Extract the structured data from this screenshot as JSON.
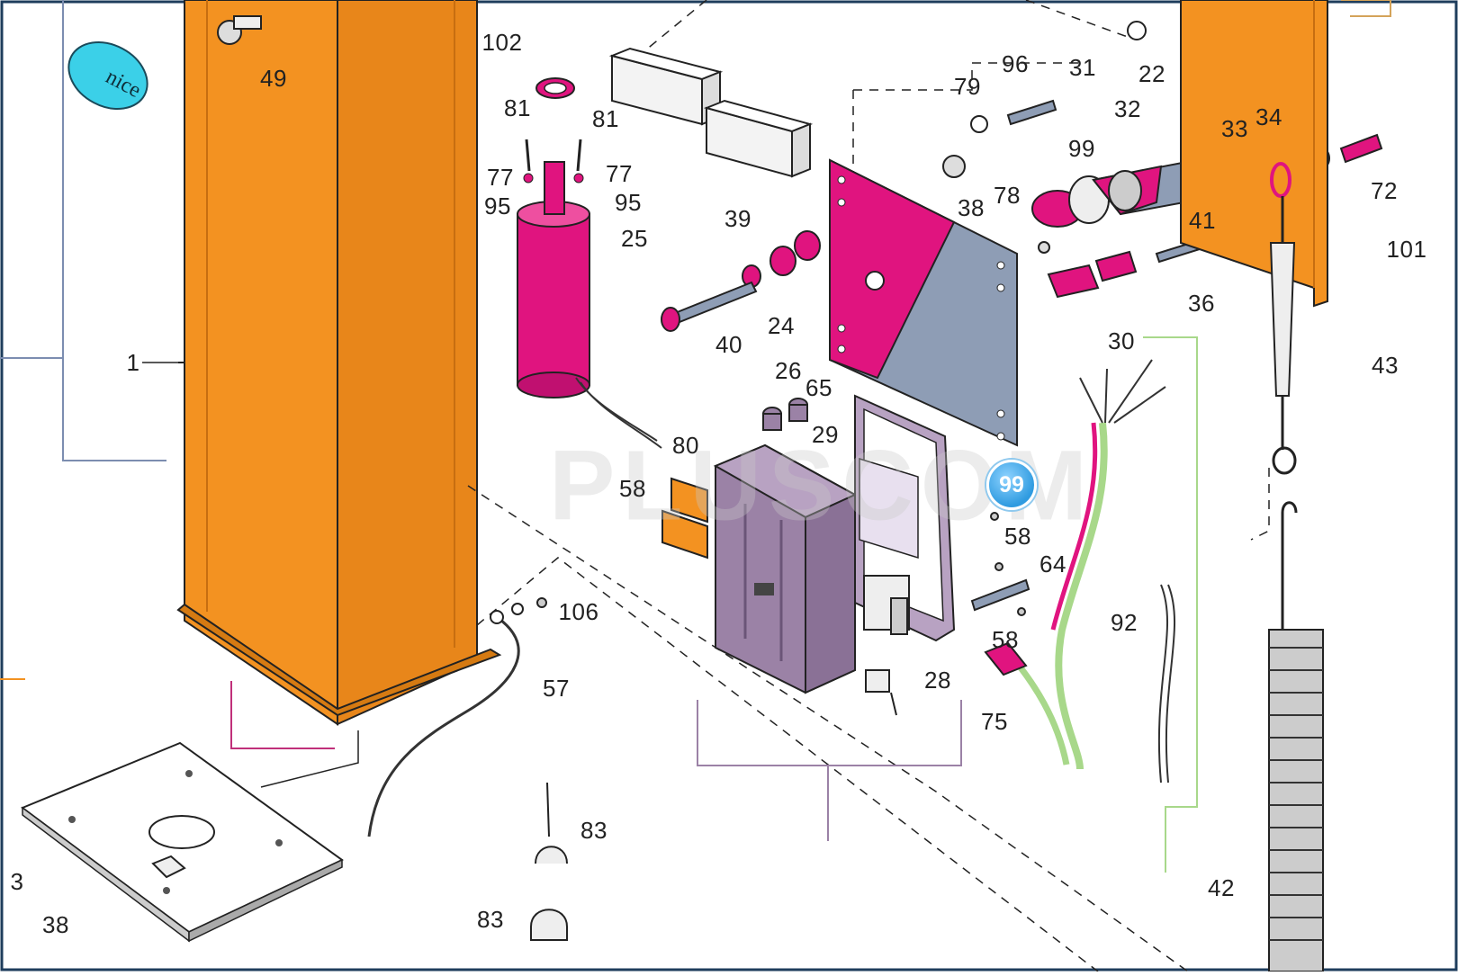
{
  "watermark": "PLUSCOM",
  "badge": "99",
  "logo_text": "nice",
  "part_labels": [
    {
      "id": "p49",
      "text": "49"
    },
    {
      "id": "p102",
      "text": "102"
    },
    {
      "id": "p81a",
      "text": "81"
    },
    {
      "id": "p81b",
      "text": "81"
    },
    {
      "id": "p77a",
      "text": "77"
    },
    {
      "id": "p77b",
      "text": "77"
    },
    {
      "id": "p95a",
      "text": "95"
    },
    {
      "id": "p95b",
      "text": "95"
    },
    {
      "id": "p25",
      "text": "25"
    },
    {
      "id": "p39",
      "text": "39"
    },
    {
      "id": "p24",
      "text": "24"
    },
    {
      "id": "p40",
      "text": "40"
    },
    {
      "id": "p26",
      "text": "26"
    },
    {
      "id": "p65",
      "text": "65"
    },
    {
      "id": "p29",
      "text": "29"
    },
    {
      "id": "p80",
      "text": "80"
    },
    {
      "id": "p58a",
      "text": "58"
    },
    {
      "id": "p58b",
      "text": "58"
    },
    {
      "id": "p58c",
      "text": "58"
    },
    {
      "id": "p64",
      "text": "64"
    },
    {
      "id": "p28",
      "text": "28"
    },
    {
      "id": "p75",
      "text": "75"
    },
    {
      "id": "p92",
      "text": "92"
    },
    {
      "id": "p106",
      "text": "106"
    },
    {
      "id": "p57",
      "text": "57"
    },
    {
      "id": "p83a",
      "text": "83"
    },
    {
      "id": "p83b",
      "text": "83"
    },
    {
      "id": "p1",
      "text": "1"
    },
    {
      "id": "p3",
      "text": "3"
    },
    {
      "id": "p38a",
      "text": "38"
    },
    {
      "id": "p38b",
      "text": "38"
    },
    {
      "id": "p79",
      "text": "79"
    },
    {
      "id": "p96",
      "text": "96"
    },
    {
      "id": "p31",
      "text": "31"
    },
    {
      "id": "p99",
      "text": "99"
    },
    {
      "id": "p78",
      "text": "78"
    },
    {
      "id": "p32",
      "text": "32"
    },
    {
      "id": "p22",
      "text": "22"
    },
    {
      "id": "p33",
      "text": "33"
    },
    {
      "id": "p34",
      "text": "34"
    },
    {
      "id": "p72",
      "text": "72"
    },
    {
      "id": "p41",
      "text": "41"
    },
    {
      "id": "p36",
      "text": "36"
    },
    {
      "id": "p30",
      "text": "30"
    },
    {
      "id": "p101",
      "text": "101"
    },
    {
      "id": "p43",
      "text": "43"
    },
    {
      "id": "p42",
      "text": "42"
    }
  ],
  "colors": {
    "column_orange": "#F39221",
    "motor_magenta": "#E0147F",
    "box_purple": "#9B82A6",
    "plate_blue": "#8E9DB5",
    "frame_blue": "#1E3D5C",
    "wire_green": "#A8D88A"
  }
}
